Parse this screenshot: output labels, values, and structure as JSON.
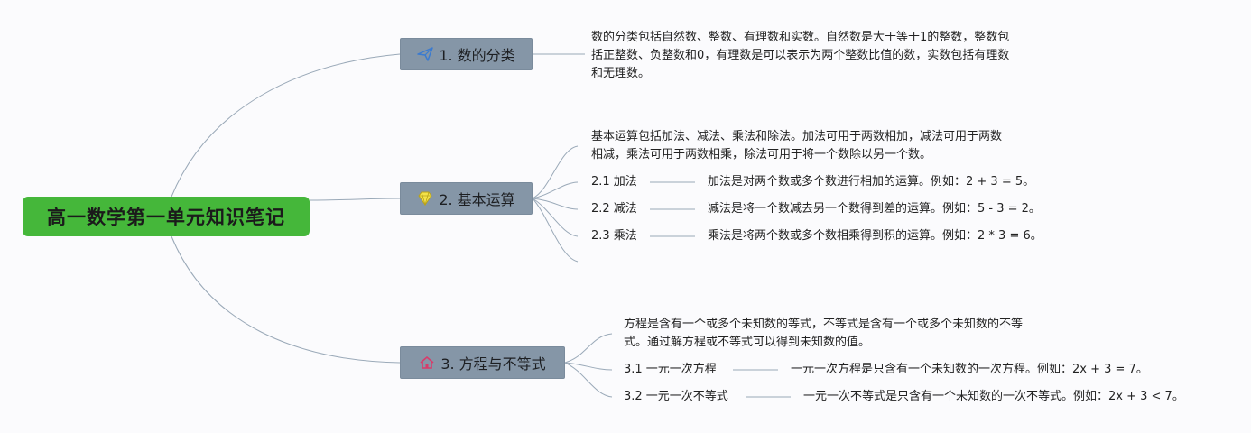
{
  "root": {
    "title": "高一数学第一单元知识笔记"
  },
  "colors": {
    "root": "#45b73a",
    "topic": "#8596a7",
    "line": "#9aa9b8"
  },
  "topics": [
    {
      "label": "1. 数的分类",
      "icon": "paper-plane-icon",
      "desc": [
        "数的分类包括自然数、整数、有理数和实数。自然数是大于等于1的整数，整数包",
        "括正整数、负整数和0，有理数是可以表示为两个整数比值的数，实数包括有理数",
        "和无理数。"
      ]
    },
    {
      "label": "2. 基本运算",
      "icon": "diamond-icon",
      "desc": [
        "基本运算包括加法、减法、乘法和除法。加法可用于两数相加，减法可用于两数",
        "相减，乘法可用于两数相乘，除法可用于将一个数除以另一个数。"
      ],
      "items": [
        {
          "label": "2.1 加法",
          "detail": "加法是对两个数或多个数进行相加的运算。例如：2 + 3 = 5。"
        },
        {
          "label": "2.2 减法",
          "detail": "减法是将一个数减去另一个数得到差的运算。例如：5 - 3 = 2。"
        },
        {
          "label": "2.3 乘法",
          "detail": "乘法是将两个数或多个数相乘得到积的运算。例如：2 * 3 = 6。"
        }
      ]
    },
    {
      "label": "3. 方程与不等式",
      "icon": "house-icon",
      "desc": [
        "方程是含有一个或多个未知数的等式，不等式是含有一个或多个未知数的不等",
        "式。通过解方程或不等式可以得到未知数的值。"
      ],
      "items": [
        {
          "label": "3.1 一元一次方程",
          "detail": "一元一次方程是只含有一个未知数的一次方程。例如：2x + 3 = 7。"
        },
        {
          "label": "3.2 一元一次不等式",
          "detail": "一元一次不等式是只含有一个未知数的一次不等式。例如：2x + 3 < 7。"
        }
      ]
    }
  ]
}
